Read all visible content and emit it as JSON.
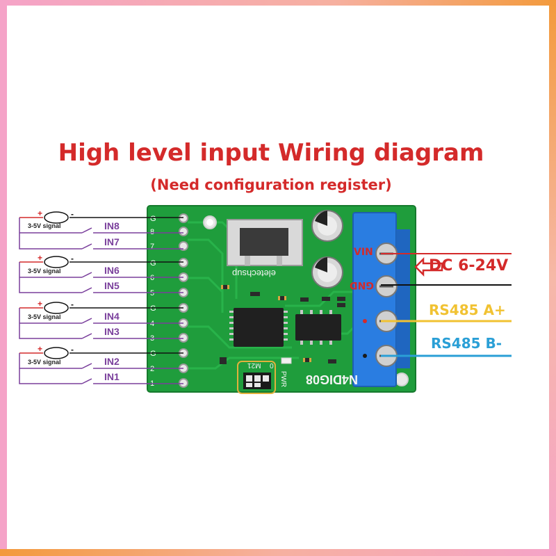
{
  "diagram": {
    "title": "High level input Wiring diagram",
    "subtitle": "(Need configuration register)"
  },
  "board": {
    "brand": "eletechsup",
    "model": "N4DIG08",
    "pwr": "PWR",
    "m21": "M21",
    "zero": "0"
  },
  "terminals": {
    "vin": "VIN",
    "gnd": "GND"
  },
  "power": {
    "label": "DC 6-24V",
    "arrow_icon": "hollow-left-arrow-icon"
  },
  "rs485": {
    "a_label": "RS485 A+",
    "b_label": "RS485 B-"
  },
  "inputs": {
    "in8": "IN8",
    "in7": "IN7",
    "in6": "IN6",
    "in5": "IN5",
    "in4": "IN4",
    "in3": "IN3",
    "in2": "IN2",
    "in1": "IN1"
  },
  "signals": {
    "s1": "3-5V signal",
    "s2": "3-5V signal",
    "s3": "3-5V signal",
    "s4": "3-5V signal"
  },
  "colors": {
    "title": "#d42a2a",
    "pcb": "#1e9a3a",
    "terminal_block": "#2a7de1",
    "input_wire": "#7a3f9c",
    "rs485_a": "#f1c232",
    "rs485_b": "#2a9fd6"
  }
}
